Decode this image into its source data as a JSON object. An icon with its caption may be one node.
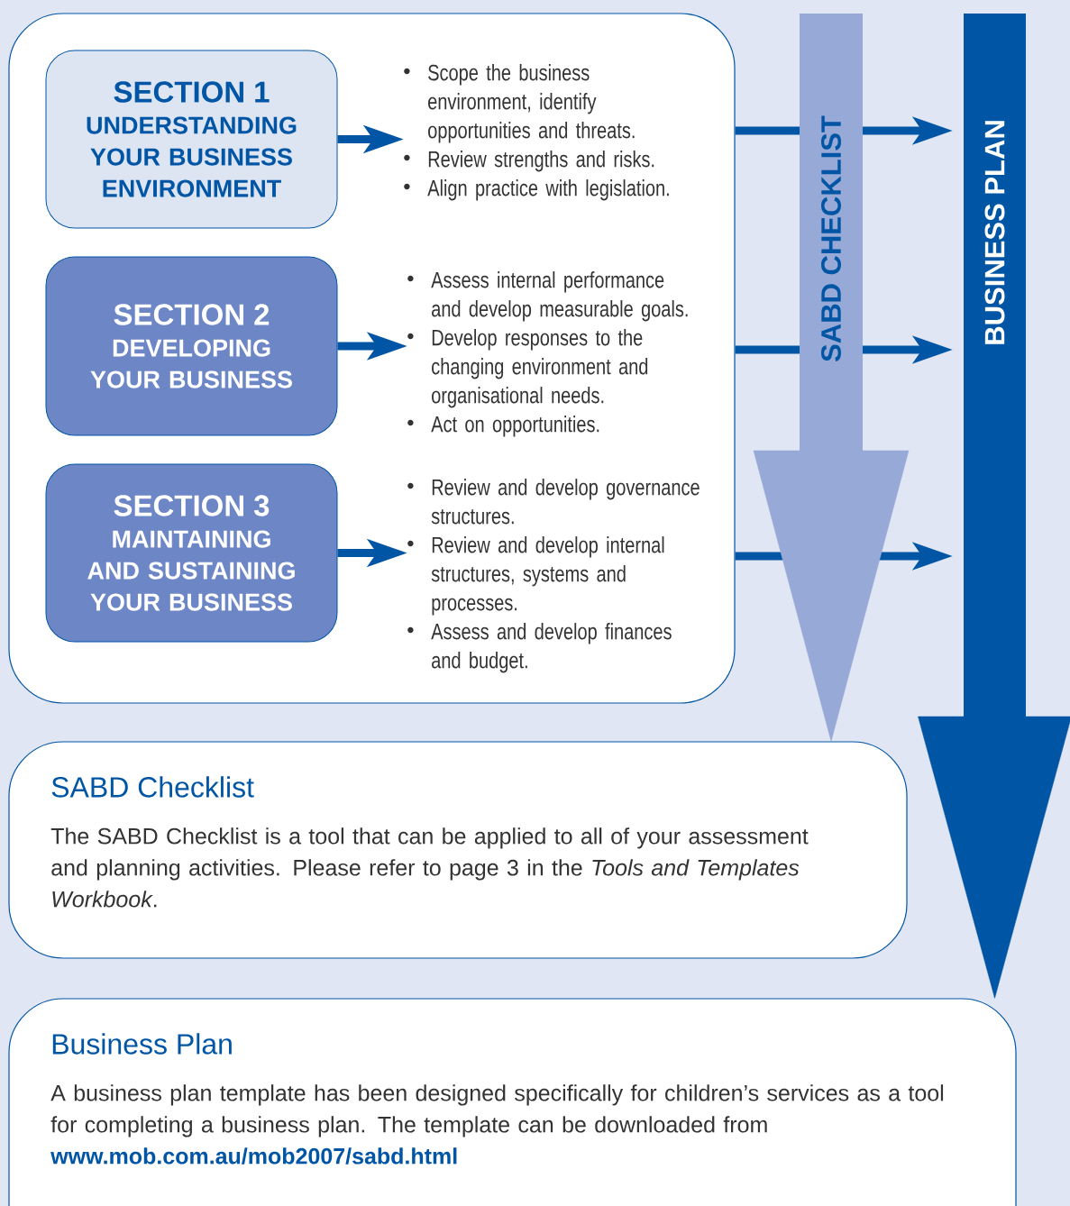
{
  "diagram": {
    "nodes": [
      {
        "text": [],
        "shape": "box"
      },
      {
        "text": [
          "SECTION 1",
          "UNDERSTANDING YOUR BUSINESS ENVIRONMENT"
        ],
        "in": 0
      },
      {
        "text": [
          "Scope the business environment, identify opportunities and threats.",
          "Review strengths and risks.",
          "Align practice with legislation."
        ],
        "in": 0
      },
      {
        "text": [
          "SECTION 2",
          "DEVELOPING YOUR BUSINESS"
        ],
        "in": 0
      },
      {
        "text": [
          "Assess internal performance and develop measurable goals.",
          "Develop responses to the changing environment and organisational needs.",
          "Act on opportunities."
        ],
        "in": 0
      },
      {
        "text": [
          "SECTION 3",
          "MAINTAINING AND SUSTAINING YOUR BUSINESS"
        ],
        "in": 0
      },
      {
        "text": [
          "Review and develop governance structures.",
          "Review and develop internal structures, systems and processes.",
          "Assess and develop finances and budget."
        ],
        "in": 0
      },
      {
        "text": [
          "SABD CHECKLIST"
        ]
      },
      {
        "text": [
          "BUSINESS PLAN"
        ]
      },
      {
        "text": [
          "SABD Checklist",
          "The SABD Checklist is a tool that can be applied to all of your assessment and planning activities. Please refer to page 3 in the *Tools and Templates Workbook*."
        ]
      },
      {
        "text": [
          "Business Plan",
          "A business plan template has been designed specifically for children’s services as a tool for completing a business plan. The template can be downloaded from",
          "www.mob.com.au/mob2007/sabd.html"
        ]
      }
    ],
    "edges": [
      {
        "from": 1,
        "to": 2,
        "arrow": "to"
      },
      {
        "from": 3,
        "to": 4,
        "arrow": "to"
      },
      {
        "from": 5,
        "to": 6,
        "arrow": "to"
      },
      {
        "from": 0,
        "to": 7,
        "arrow": "none"
      },
      {
        "from": 7,
        "to": 8,
        "arrow": "to"
      },
      {
        "from": 0,
        "to": 7,
        "arrow": "none"
      },
      {
        "from": 7,
        "to": 8,
        "arrow": "to"
      },
      {
        "from": 0,
        "to": 8,
        "arrow": "to"
      },
      {
        "from": 7,
        "to": 9,
        "arrow": "to",
        "color": "#97a9d6"
      },
      {
        "from": 8,
        "to": 10,
        "arrow": "to"
      }
    ]
  }
}
